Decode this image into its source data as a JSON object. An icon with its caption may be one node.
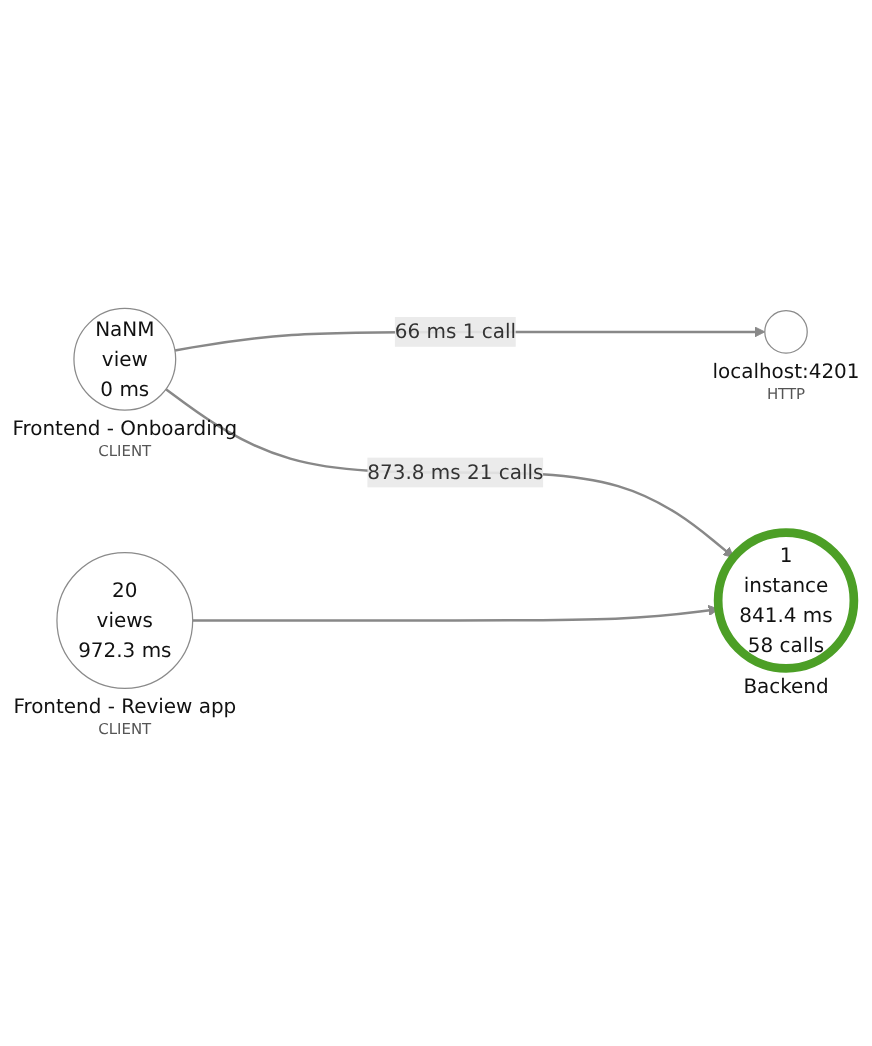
{
  "diagram": {
    "nodes": [
      {
        "text": [
          "NaNM",
          "view",
          "0 ms"
        ],
        "beside": [
          "Frontend - Onboarding",
          "CLIENT"
        ]
      },
      {
        "text": [],
        "shape": "circle",
        "beside": [
          "localhost:4201",
          "HTTP"
        ]
      },
      {
        "text": [
          "20",
          "views",
          "972.3 ms"
        ],
        "beside": [
          "Frontend - Review app",
          "CLIENT"
        ]
      },
      {
        "text": [
          "1",
          "instance",
          "841.4 ms",
          "58 calls"
        ],
        "beside": [
          "Backend"
        ]
      }
    ],
    "edges": [
      {
        "from": 0,
        "to": 1,
        "arrow": "to",
        "label": "66 ms 1 call"
      },
      {
        "from": 0,
        "to": 3,
        "arrow": "to",
        "label": "873.8 ms 21 calls"
      },
      {
        "from": 2,
        "to": 3,
        "arrow": "to"
      }
    ]
  }
}
